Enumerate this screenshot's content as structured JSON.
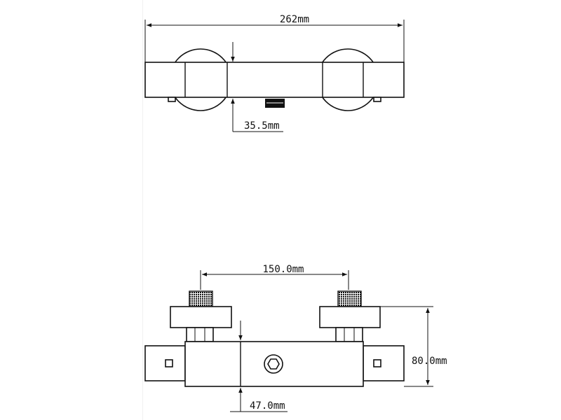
{
  "top_view": {
    "width_dim": "262mm",
    "depth_dim": "35.5mm"
  },
  "front_view": {
    "inlet_spacing_dim": "150.0mm",
    "height_dim": "80.0mm",
    "outlet_offset_dim": "47.0mm"
  }
}
